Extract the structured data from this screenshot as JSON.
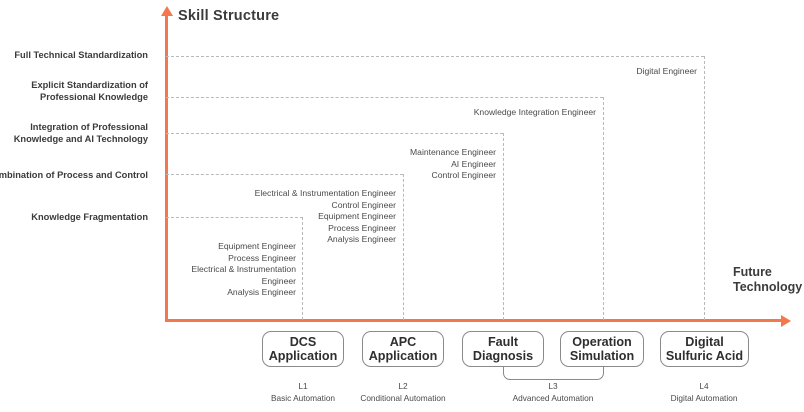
{
  "axes": {
    "y_title": "Skill Structure",
    "x_title_line1": "Future",
    "x_title_line2": "Technology",
    "accent_color": "#F4784E",
    "grid_color": "#b9b9b9"
  },
  "tiers": [
    {
      "label": "Full Technical Standardization"
    },
    {
      "label": "Explicit Standardization of\nProfessional Knowledge"
    },
    {
      "label": "Integration of Professional\nKnowledge and AI Technology"
    },
    {
      "label": "Combination of Process and Control"
    },
    {
      "label": "Knowledge Fragmentation"
    }
  ],
  "tier_lines": [
    {
      "l1": "Full Technical Standardization",
      "l2": ""
    },
    {
      "l1": "Explicit Standardization of",
      "l2": "Professional Knowledge"
    },
    {
      "l1": "Integration of Professional",
      "l2": "Knowledge and AI Technology"
    },
    {
      "l1": "Combination of Process and Control",
      "l2": ""
    },
    {
      "l1": "Knowledge Fragmentation",
      "l2": ""
    }
  ],
  "role_groups": [
    {
      "name": "l1-roles",
      "roles": [
        "Equipment Engineer",
        "Process Engineer",
        "Electrical & Instrumentation",
        "Engineer",
        "Analysis Engineer"
      ]
    },
    {
      "name": "l2-roles",
      "roles": [
        "Electrical & Instrumentation Engineer",
        "Control Engineer",
        "Equipment Engineer",
        "Process Engineer",
        "Analysis Engineer"
      ]
    },
    {
      "name": "l3-roles",
      "roles": [
        "Maintenance Engineer",
        "AI Engineer",
        "Control Engineer"
      ]
    },
    {
      "name": "l3b-roles",
      "roles": [
        "Knowledge Integration Engineer"
      ]
    },
    {
      "name": "l4-roles",
      "roles": [
        "Digital Engineer"
      ]
    }
  ],
  "stage_boxes": [
    {
      "line1": "DCS",
      "line2": "Application"
    },
    {
      "line1": "APC",
      "line2": "Application"
    },
    {
      "line1": "Fault",
      "line2": "Diagnosis"
    },
    {
      "line1": "Operation",
      "line2": "Simulation"
    },
    {
      "line1": "Digital",
      "line2": "Sulfuric Acid"
    }
  ],
  "levels": [
    {
      "code": "L1",
      "desc": "Basic Automation"
    },
    {
      "code": "L2",
      "desc": "Conditional Automation"
    },
    {
      "code": "L3",
      "desc": "Advanced Automation"
    },
    {
      "code": "L4",
      "desc": "Digital Automation"
    }
  ]
}
